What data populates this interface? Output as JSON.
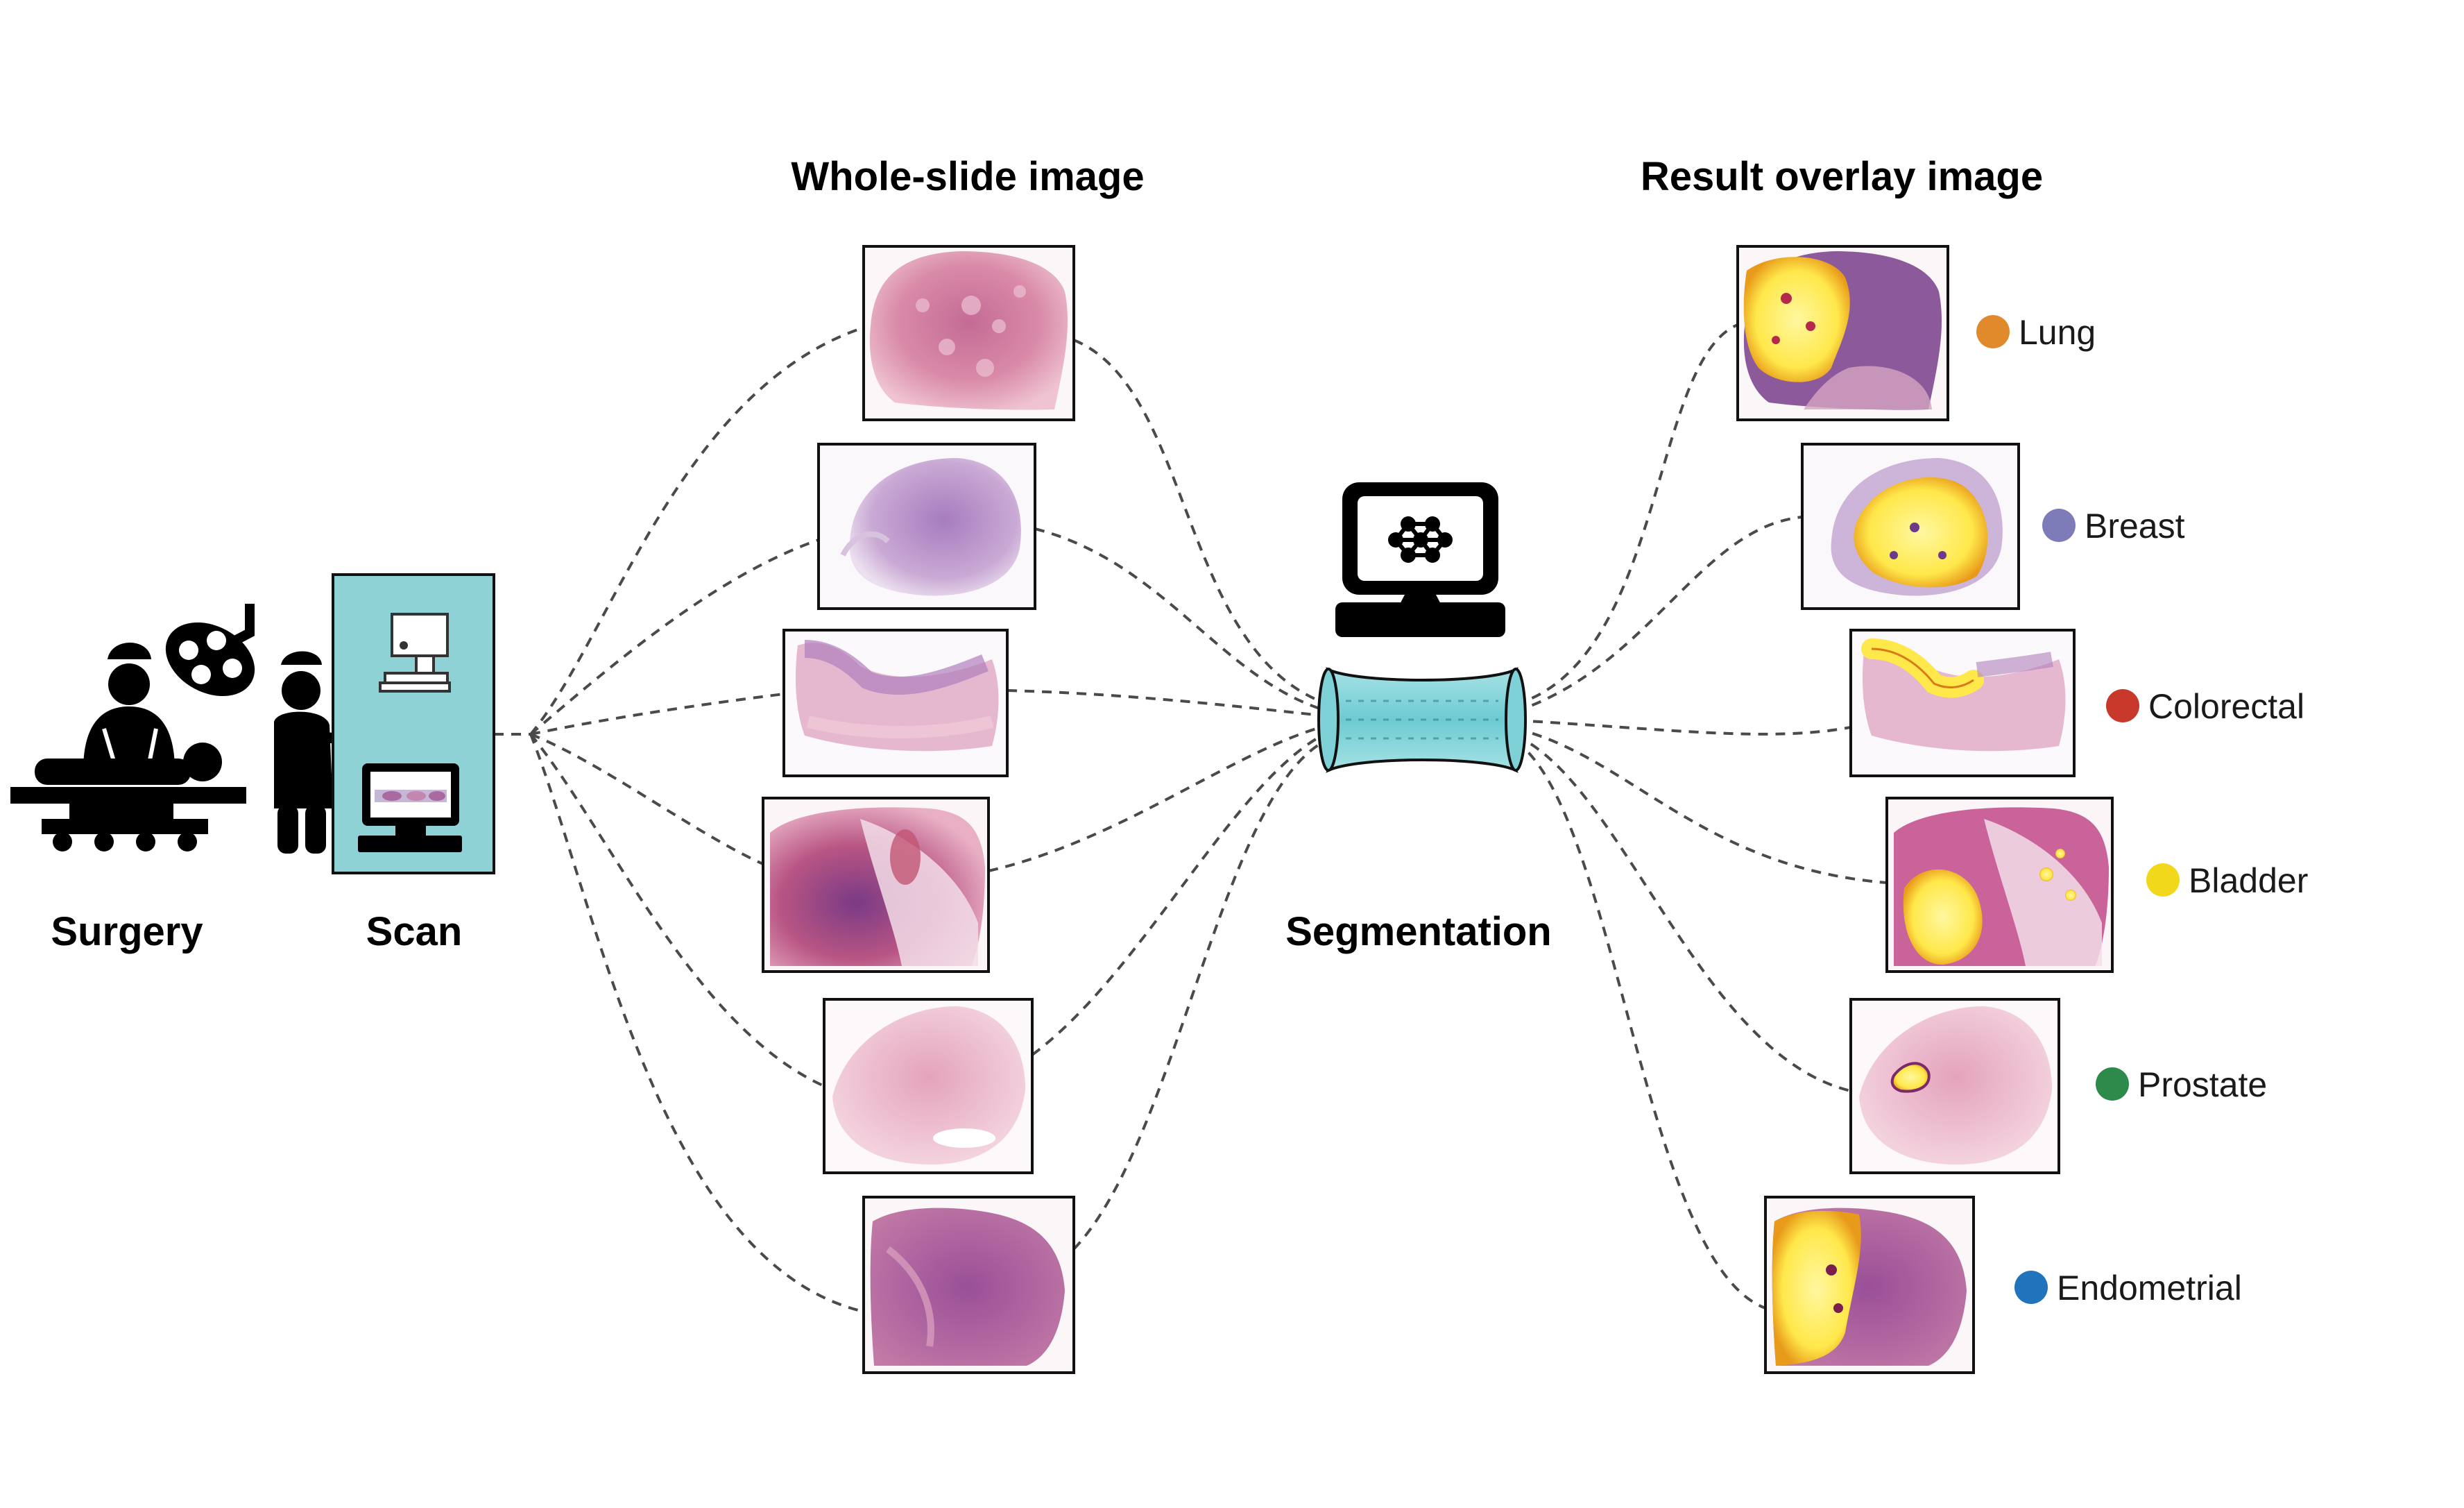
{
  "headings": {
    "whole_slide": "Whole-slide image",
    "result_overlay": "Result overlay image",
    "surgery": "Surgery",
    "scan": "Scan",
    "segmentation": "Segmentation"
  },
  "legend": [
    {
      "label": "Lung",
      "color": "#e08a2b"
    },
    {
      "label": "Breast",
      "color": "#7d7cb8"
    },
    {
      "label": "Colorectal",
      "color": "#c8392b"
    },
    {
      "label": "Bladder",
      "color": "#f2d81a"
    },
    {
      "label": "Prostate",
      "color": "#2e8a4a"
    },
    {
      "label": "Endometrial",
      "color": "#1f74bb"
    }
  ],
  "colors": {
    "scan_panel": "#8fd2d6",
    "segmentation_lens": "#7ed1d6",
    "tissue_pink": "#d98aa8",
    "tissue_purple": "#8d4b96",
    "overlay_yellow": "#ffe84a"
  },
  "icons": [
    "surgeon-icon",
    "patient-on-table-icon",
    "surgical-lamp-icon",
    "assistant-icon",
    "microscope-scanner-icon",
    "slide-monitor-icon",
    "neural-network-monitor-icon",
    "segmentation-lens-icon"
  ]
}
